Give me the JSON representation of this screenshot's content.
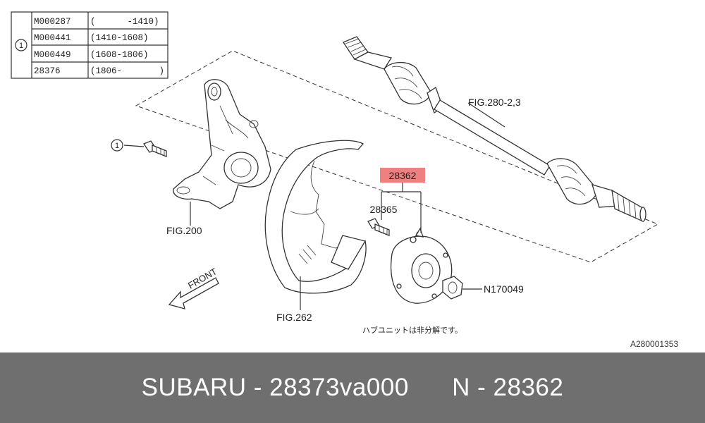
{
  "legend": {
    "marker": "1",
    "rows": [
      {
        "part": "M000287",
        "range": "(      -1410)"
      },
      {
        "part": "M000441",
        "range": "(1410-1608)"
      },
      {
        "part": "M000449",
        "range": "(1608-1806)"
      },
      {
        "part": "28376",
        "range": "(1806-       )"
      }
    ]
  },
  "labels": {
    "fig_axle": "FIG.280-2,3",
    "fig_knuckle": "FIG.200",
    "fig_shield": "FIG.262",
    "hub_part": "28362",
    "bolt_part": "28365",
    "nut_part": "N170049",
    "bolt_marker": "1",
    "front": "FRONT",
    "note": "ハブユニットは非分解です。",
    "drawing_code": "A280001353"
  },
  "colors": {
    "highlight": "#f08080",
    "footer_bg": "#6f6f6f",
    "footer_text": "#ffffff"
  },
  "footer": {
    "text": "SUBARU - 28373va000      N - 28362"
  }
}
